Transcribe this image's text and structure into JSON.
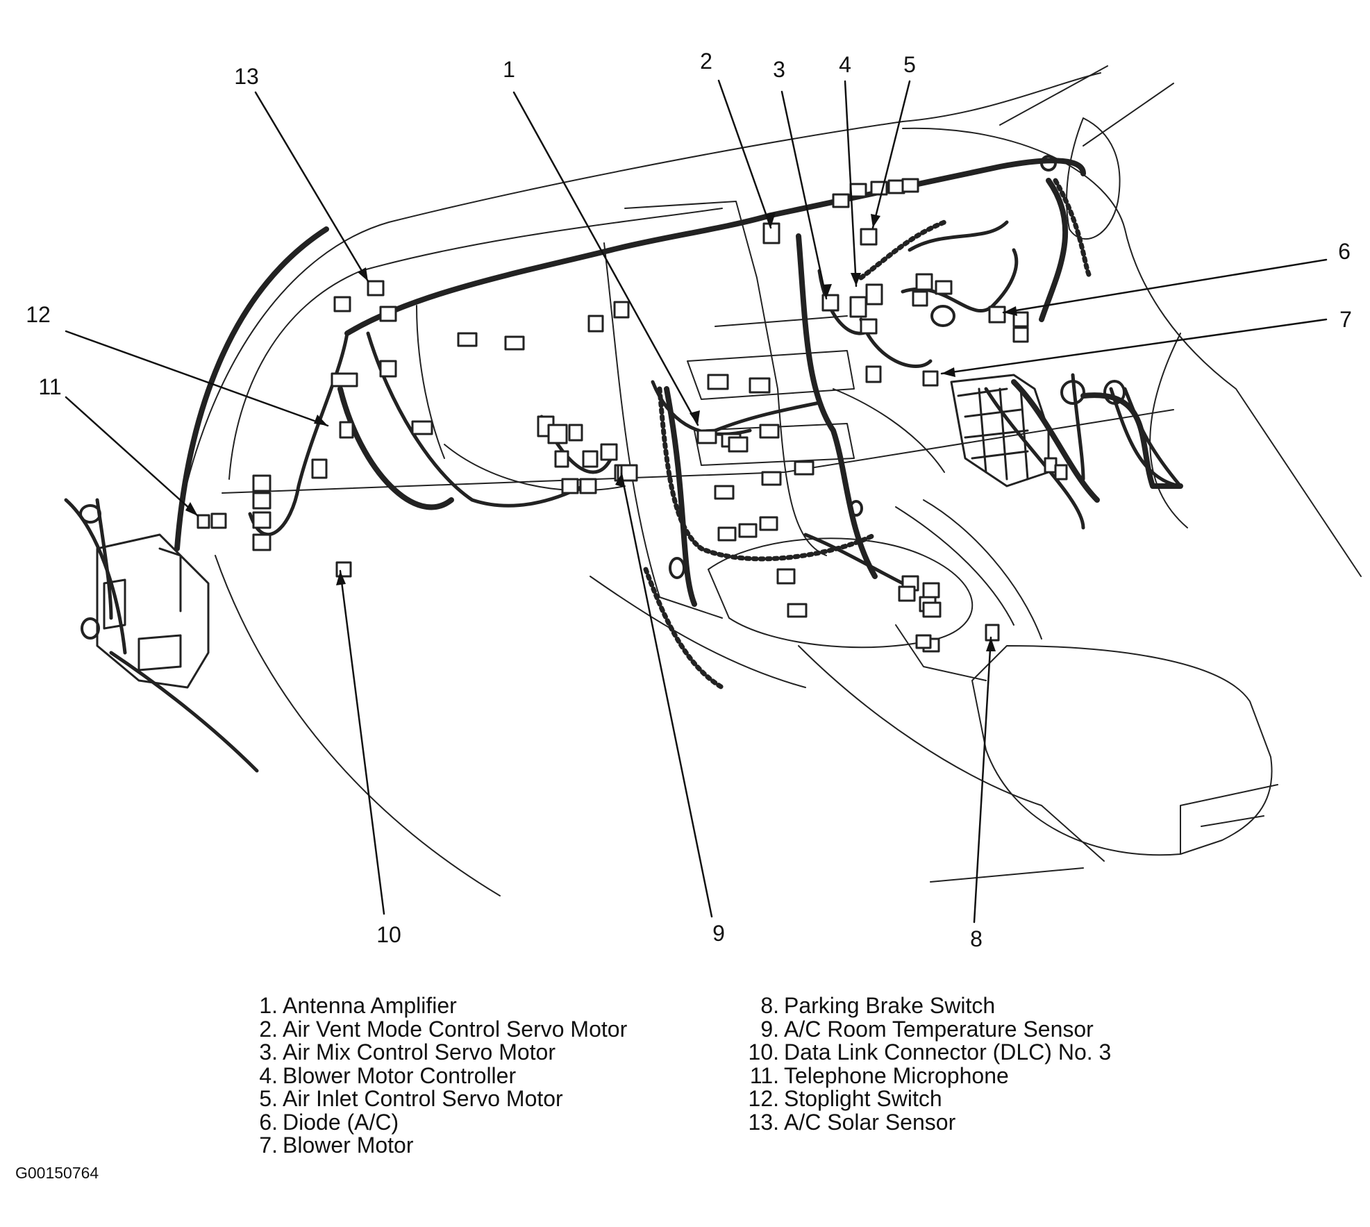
{
  "callouts": [
    {
      "num": "1"
    },
    {
      "num": "2"
    },
    {
      "num": "3"
    },
    {
      "num": "4"
    },
    {
      "num": "5"
    },
    {
      "num": "6"
    },
    {
      "num": "7"
    },
    {
      "num": "8"
    },
    {
      "num": "9"
    },
    {
      "num": "10"
    },
    {
      "num": "11"
    },
    {
      "num": "12"
    },
    {
      "num": "13"
    }
  ],
  "legend": [
    {
      "num": "1.",
      "label": "Antenna Amplifier"
    },
    {
      "num": "2.",
      "label": "Air Vent Mode Control Servo Motor"
    },
    {
      "num": "3.",
      "label": "Air Mix Control Servo Motor"
    },
    {
      "num": "4.",
      "label": "Blower Motor Controller"
    },
    {
      "num": "5.",
      "label": "Air Inlet Control Servo Motor"
    },
    {
      "num": "6.",
      "label": "Diode (A/C)"
    },
    {
      "num": "7.",
      "label": "Blower Motor"
    },
    {
      "num": "8.",
      "label": "Parking Brake Switch"
    },
    {
      "num": "9.",
      "label": "A/C Room Temperature Sensor"
    },
    {
      "num": "10.",
      "label": "Data Link Connector (DLC) No. 3"
    },
    {
      "num": "11.",
      "label": "Telephone Microphone"
    },
    {
      "num": "12.",
      "label": "Stoplight Switch"
    },
    {
      "num": "13.",
      "label": "A/C Solar Sensor"
    }
  ],
  "figure_id": "G00150764",
  "colors": {
    "ink": "#111111",
    "paper": "#ffffff"
  }
}
